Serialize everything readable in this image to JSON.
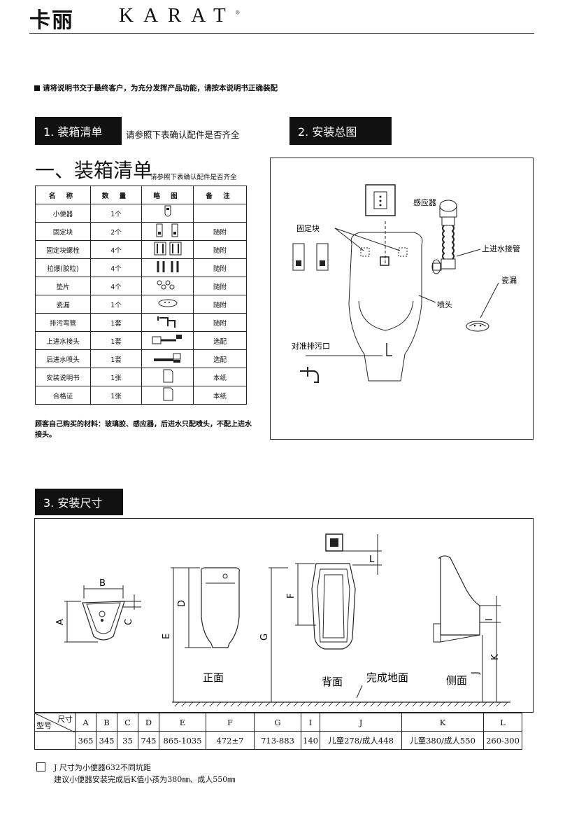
{
  "header": {
    "brand_cn": "卡丽",
    "brand_en": "KARAT",
    "trademark": "®"
  },
  "notice": "请将说明书交于最终客户，为充分发挥产品功能，请按本说明书正确装配",
  "section1": {
    "tab_label": "1. 装箱清单",
    "tab_sub": "请参照下表确认配件是否齐全",
    "big_title": "一、装箱清单",
    "big_sub": "请参照下表确认配件是否齐全",
    "table": {
      "headers": [
        "名 称",
        "数 量",
        "略 图",
        "备 注"
      ],
      "rows": [
        {
          "name": "小便器",
          "qty": "1个",
          "icon": "urinal-icon",
          "note": ""
        },
        {
          "name": "固定块",
          "qty": "2个",
          "icon": "fixing-block-icon",
          "note": "随附"
        },
        {
          "name": "固定块螺栓",
          "qty": "4个",
          "icon": "block-bolt-icon",
          "note": "随附"
        },
        {
          "name": "拉爆(胶粒)",
          "qty": "4个",
          "icon": "anchor-icon",
          "note": "随附"
        },
        {
          "name": "垫片",
          "qty": "4个",
          "icon": "washer-icon",
          "note": "随附"
        },
        {
          "name": "瓷漏",
          "qty": "1个",
          "icon": "ceramic-drain-icon",
          "note": "随附"
        },
        {
          "name": "排污弯管",
          "qty": "1套",
          "icon": "drain-elbow-icon",
          "note": "随附"
        },
        {
          "name": "上进水接头",
          "qty": "1套",
          "icon": "top-inlet-icon",
          "note": "选配"
        },
        {
          "name": "后进水喷头",
          "qty": "1套",
          "icon": "rear-nozzle-icon",
          "note": "选配"
        },
        {
          "name": "安装说明书",
          "qty": "1张",
          "icon": "manual-icon",
          "note": "本纸"
        },
        {
          "name": "合格证",
          "qty": "1张",
          "icon": "certificate-icon",
          "note": "本纸"
        }
      ]
    },
    "note": "顾客自己购买的材料：玻璃胶、感应器，后进水只配喷头，不配上进水接头。"
  },
  "section2": {
    "tab_label": "2. 安装总图",
    "labels": {
      "sensor": "感应器",
      "fixing_block": "固定块",
      "top_inlet": "上进水接管",
      "ceramic_drain": "瓷漏",
      "nozzle": "喷头",
      "align_drain": "对准排污口"
    }
  },
  "section3": {
    "tab_label": "3. 安装尺寸",
    "views": {
      "front": "正面",
      "back": "背面",
      "floor": "完成地面",
      "side": "侧面"
    },
    "letters": [
      "A",
      "B",
      "C",
      "D",
      "E",
      "F",
      "G",
      "I",
      "J",
      "K",
      "L"
    ],
    "table": {
      "corner_top": "尺寸",
      "corner_bottom": "型号",
      "headers": [
        "A",
        "B",
        "C",
        "D",
        "E",
        "F",
        "G",
        "I",
        "J",
        "K",
        "L"
      ],
      "values": [
        "365",
        "345",
        "35",
        "745",
        "865-1035",
        "472±7",
        "713-883",
        "140",
        "儿童278/成人448",
        "儿童380/成人550",
        "260-300"
      ]
    },
    "footnote_line1": "J 尺寸为小便器632不同坑距",
    "footnote_line2": "建议小便器安装完成后K值小孩为380㎜、成人550㎜"
  },
  "colors": {
    "ink": "#111111",
    "tab_bg": "#111111",
    "tab_text": "#ffffff"
  }
}
